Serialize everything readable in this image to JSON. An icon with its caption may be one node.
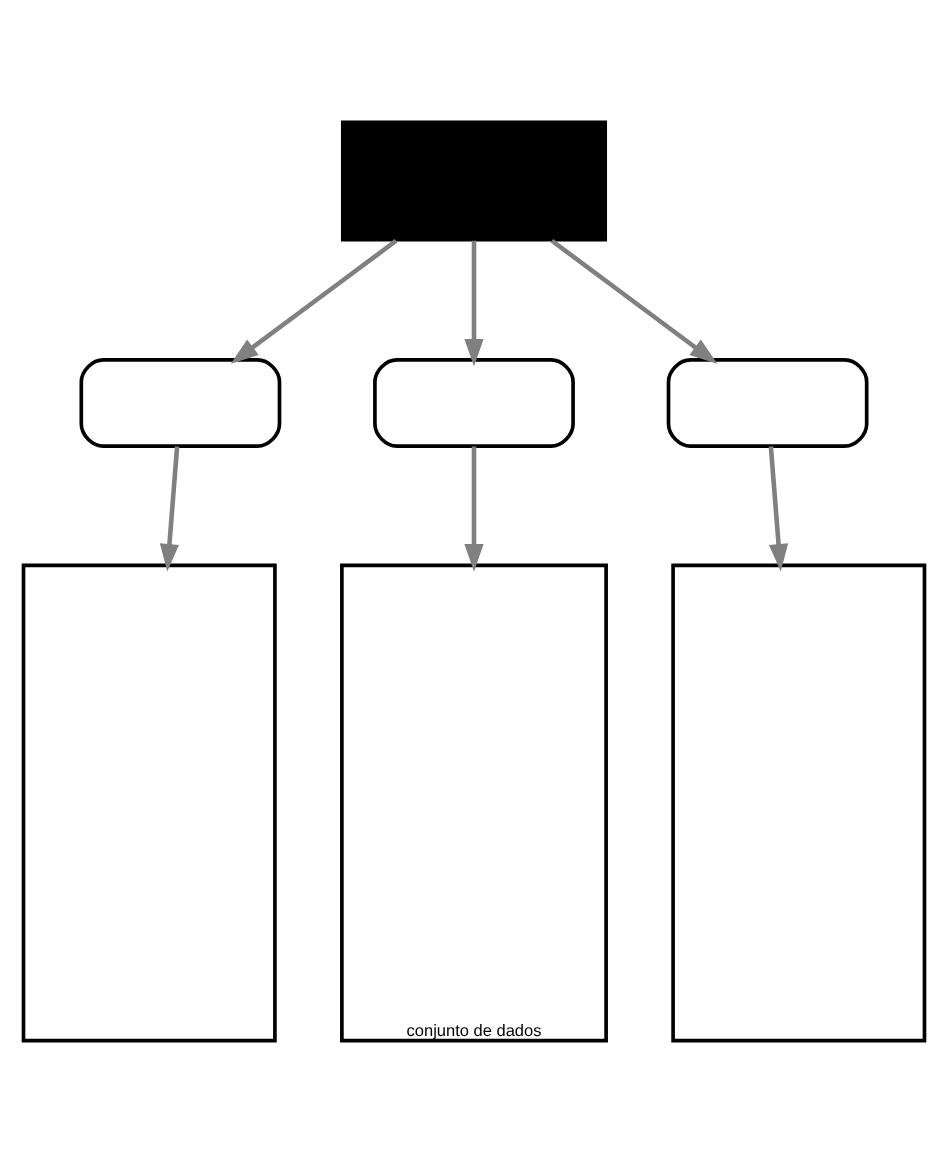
{
  "diagram": {
    "nodes": [
      {
        "text": [],
        "shape": "box"
      },
      {
        "text": [],
        "shape": "box"
      },
      {
        "text": [],
        "shape": "box"
      },
      {
        "text": [],
        "shape": "box"
      },
      {
        "text": [],
        "shape": "box"
      },
      {
        "text": [
          "conjunto de dados"
        ]
      },
      {
        "text": [],
        "shape": "box"
      }
    ],
    "edges": [
      {
        "from": 0,
        "to": 1,
        "arrow": "to"
      },
      {
        "from": 0,
        "to": 2,
        "arrow": "to"
      },
      {
        "from": 0,
        "to": 3,
        "arrow": "to"
      },
      {
        "from": 1,
        "to": 4,
        "arrow": "to"
      },
      {
        "from": 2,
        "to": 5,
        "arrow": "to"
      },
      {
        "from": 3,
        "to": 6,
        "arrow": "to"
      }
    ]
  }
}
